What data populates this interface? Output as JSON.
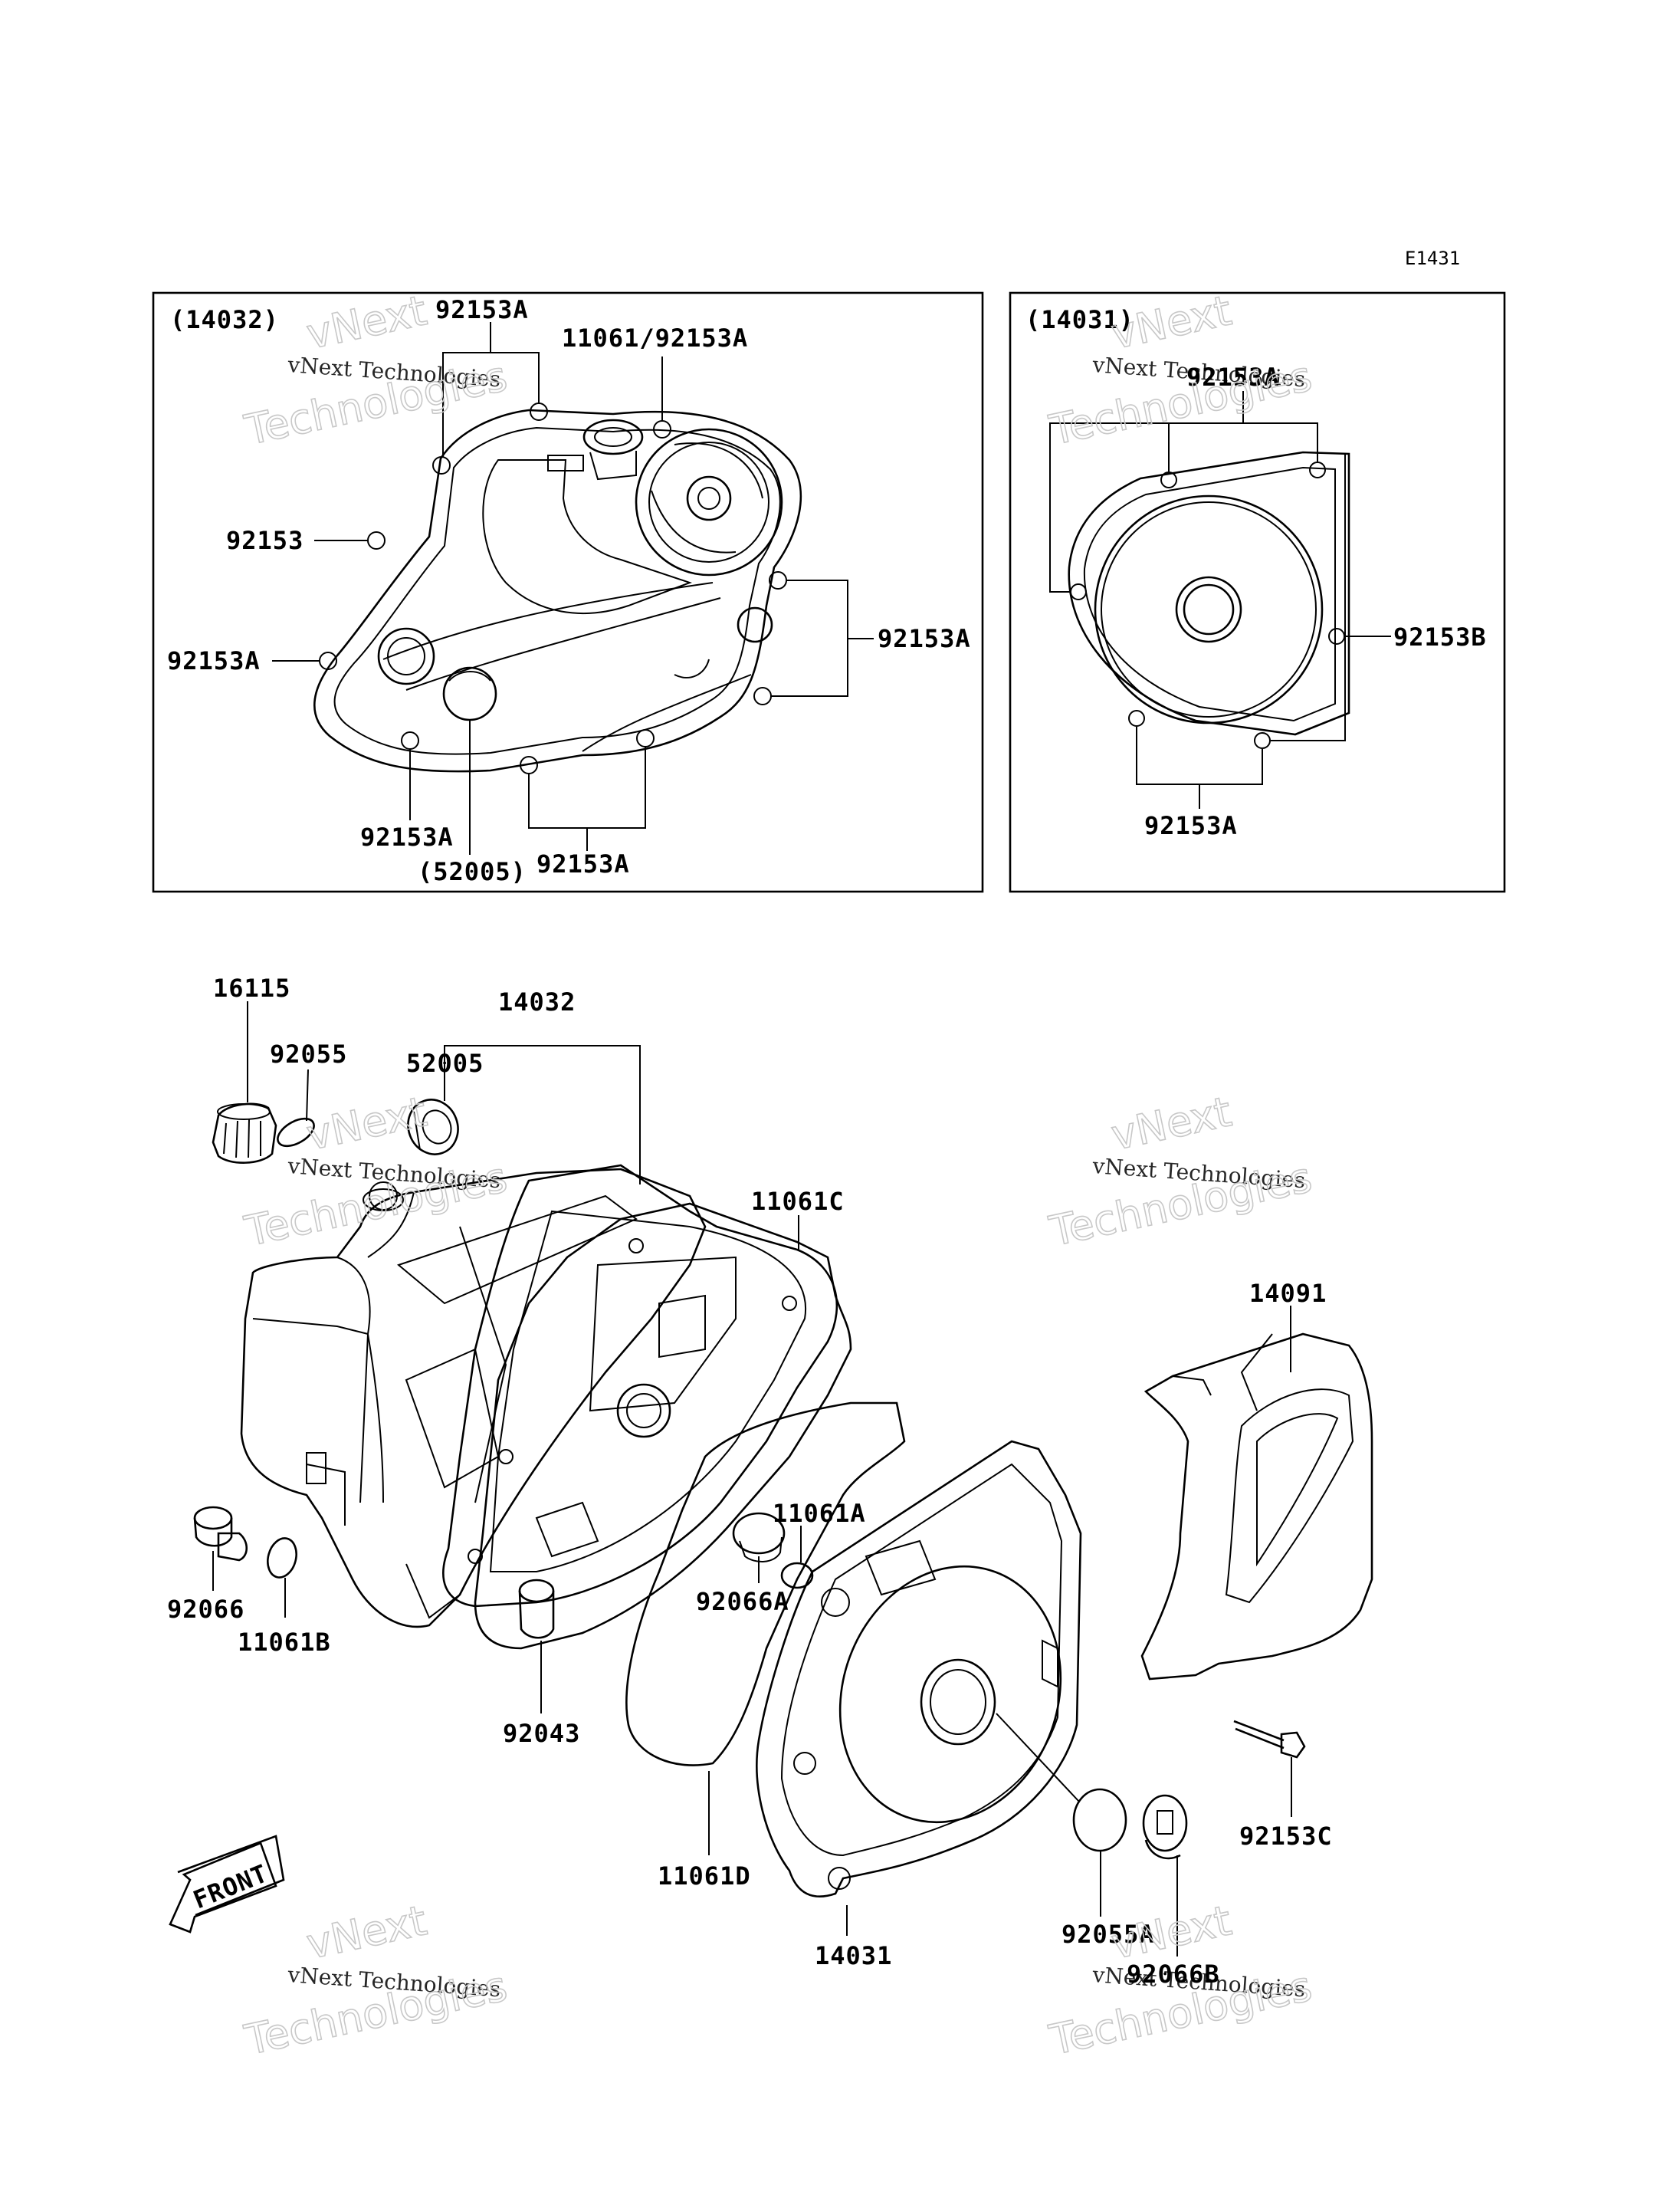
{
  "diagram_code": "E1431",
  "watermark": {
    "line1": "vNext Technologies",
    "line2": "Technologies",
    "top": "vNext"
  },
  "insets": {
    "left": {
      "title": "(14032)"
    },
    "right": {
      "title": "(14031)"
    }
  },
  "inset_left_labels": {
    "l1": "92153A",
    "l2": "11061/92153A",
    "l3": "92153",
    "l4": "92153A",
    "l5": "92153A",
    "l6": "92153A",
    "l7": "(52005)",
    "l8": "92153A"
  },
  "inset_right_labels": {
    "r1": "92153A",
    "r2": "92153B",
    "r3": "92153A"
  },
  "main_labels": {
    "p16115": "16115",
    "p92055": "92055",
    "p14032": "14032",
    "p52005": "52005",
    "p11061C": "11061C",
    "p14091": "14091",
    "p11061A": "11061A",
    "p92066A": "92066A",
    "p92066": "92066",
    "p11061B": "11061B",
    "p92043": "92043",
    "p92153C": "92153C",
    "p11061D": "11061D",
    "p14031": "14031",
    "p92055A": "92055A",
    "p92066B": "92066B"
  },
  "front_arrow": {
    "label": "FRONT"
  }
}
